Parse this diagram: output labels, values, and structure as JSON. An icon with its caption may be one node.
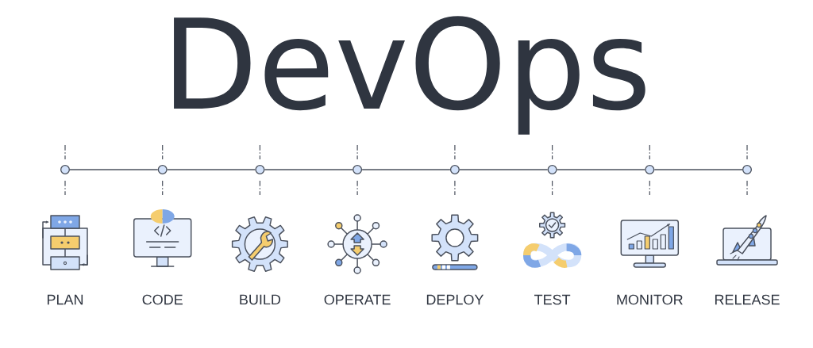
{
  "diagram": {
    "title": "DevOps",
    "nodes": [
      {
        "text": [],
        "shape": "circle"
      },
      {
        "text": [],
        "shape": "circle"
      },
      {
        "text": [],
        "shape": "circle"
      },
      {
        "text": [],
        "shape": "circle"
      },
      {
        "text": [],
        "shape": "circle"
      },
      {
        "text": [],
        "shape": "circle"
      },
      {
        "text": [],
        "shape": "circle"
      },
      {
        "text": [],
        "shape": "circle"
      }
    ],
    "edges": [
      {
        "from": 0,
        "to": 1,
        "arrow": "none"
      },
      {
        "from": 1,
        "to": 2,
        "arrow": "none"
      },
      {
        "from": 2,
        "to": 3,
        "arrow": "none"
      },
      {
        "from": 3,
        "to": 4,
        "arrow": "none"
      },
      {
        "from": 4,
        "to": 5,
        "arrow": "none"
      },
      {
        "from": 5,
        "to": 6,
        "arrow": "none"
      },
      {
        "from": 6,
        "to": 7,
        "arrow": "none"
      }
    ],
    "labels": [
      "PLAN",
      "CODE",
      "BUILD",
      "OPERATE",
      "DEPLOY",
      "TEST",
      "MONITOR",
      "RELEASE"
    ]
  }
}
